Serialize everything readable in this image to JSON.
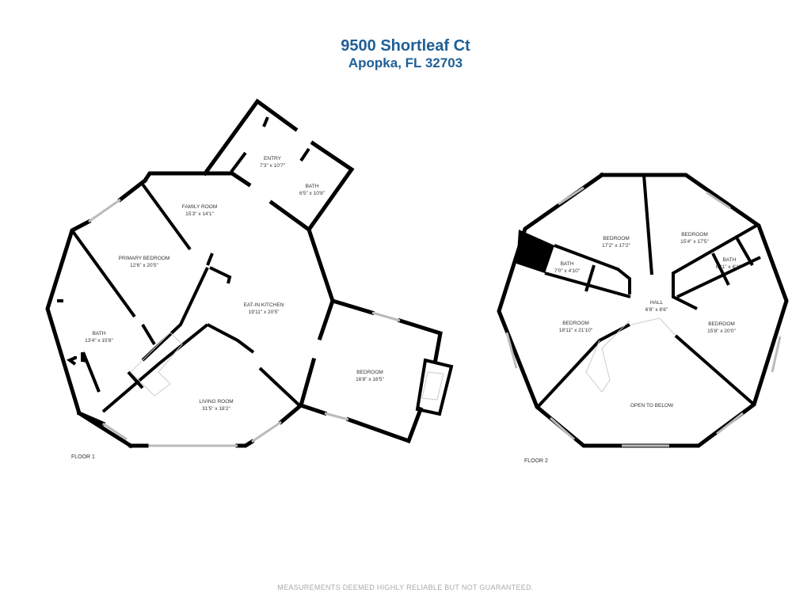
{
  "header": {
    "address_line1": "9500 Shortleaf Ct",
    "address_line2": "Apopka, FL 32703"
  },
  "colors": {
    "title": "#1f5f96",
    "wall": "#000000"
  },
  "floor1": {
    "label": "FLOOR 1",
    "rooms": [
      {
        "name": "ENTRY",
        "size": "7'3\" x 10'7\""
      },
      {
        "name": "BATH",
        "size": "6'5\" x 10'8\""
      },
      {
        "name": "FAMILY ROOM",
        "size": "15'3\" x 14'1\""
      },
      {
        "name": "PRIMARY BEDROOM",
        "size": "12'6\" x 20'5\""
      },
      {
        "name": "EAT-IN KITCHEN",
        "size": "19'11\" x 20'5\""
      },
      {
        "name": "BATH",
        "size": "13'4\" x 15'8\""
      },
      {
        "name": "LIVING ROOM",
        "size": "31'5\" x 18'2\""
      },
      {
        "name": "BEDROOM",
        "size": "16'8\" x 16'5\""
      }
    ]
  },
  "floor2": {
    "label": "FLOOR 2",
    "rooms": [
      {
        "name": "BEDROOM",
        "size": "17'2\" x 17'2\""
      },
      {
        "name": "BEDROOM",
        "size": "15'4\" x 17'5\""
      },
      {
        "name": "BATH",
        "size": "7'0\" x 4'10\""
      },
      {
        "name": "BATH",
        "size": "6'11\" x 4'11\""
      },
      {
        "name": "HALL",
        "size": "6'8\" x 8'6\""
      },
      {
        "name": "BEDROOM",
        "size": "18'11\" x 21'10\""
      },
      {
        "name": "BEDROOM",
        "size": "15'8\" x 20'0\""
      },
      {
        "name": "OPEN TO BELOW",
        "size": ""
      }
    ]
  },
  "footer": {
    "disclaimer": "MEASUREMENTS DEEMED HIGHLY RELIABLE BUT NOT GUARANTEED."
  }
}
